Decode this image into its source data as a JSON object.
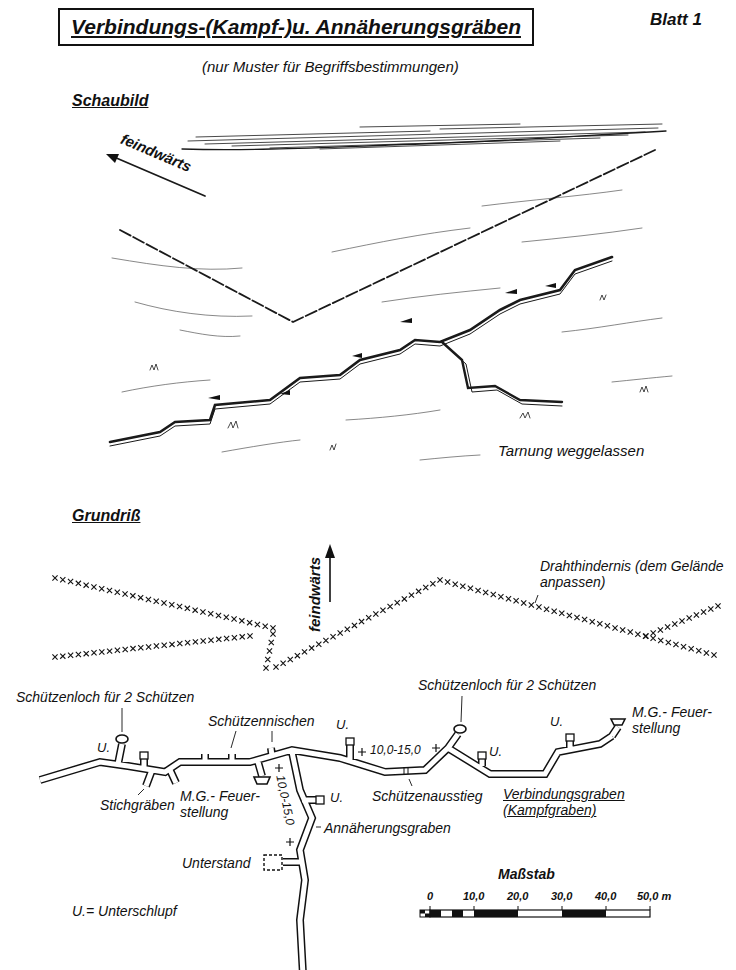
{
  "diagram": {
    "title": "Verbindungs-(Kampf-)u. Annäherungsgräben",
    "labels": [
      "Blatt 1",
      "(nur Muster für Begriffsbestimmungen)",
      "Schaubild",
      "feindwärts",
      "Tarnung weggelassen",
      "Grundriß",
      "feindwärts",
      "Drahthindernis (dem Gelände anpassen)",
      "Schützenloch für 2 Schützen",
      "Schützennischen",
      "Schützenloch für 2 Schützen",
      "M.G.- Feuer- stellung",
      "U.",
      "U.",
      "U.",
      "U.",
      "Stichgräben",
      "M.G.- Feuer- stellung",
      "10,0-15,0",
      "10,0-15,0",
      "Schützenausstieg",
      "Verbindungsgraben (Kampfgraben)",
      "U.",
      "Annäherungsgraben",
      "Unterstand",
      "U.= Unterschlupf",
      "Maßstab",
      "0",
      "10,0",
      "20,0",
      "30,0",
      "40,0",
      "50,0 m"
    ]
  }
}
